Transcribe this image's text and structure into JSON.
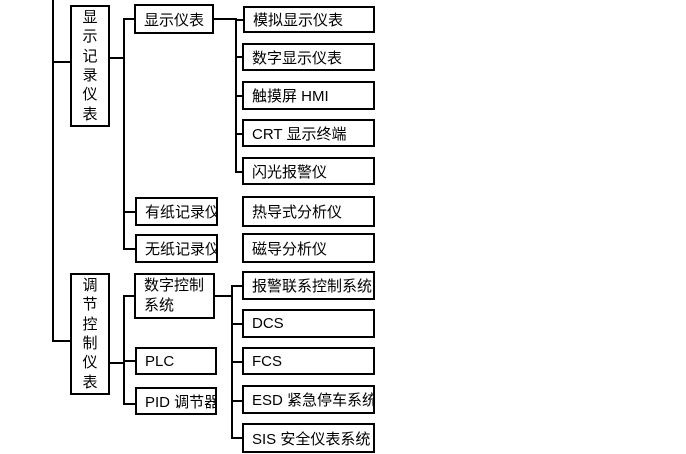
{
  "diagram": {
    "type": "tree",
    "orientation": "left-to-right",
    "colors": {
      "background": "#ffffff",
      "line": "#000000",
      "box_border": "#000000",
      "text": "#000000"
    },
    "groups": [
      {
        "label": "显示记录仪表",
        "children": [
          {
            "label": "显示仪表",
            "children": [
              "模拟显示仪表",
              "数字显示仪表",
              "触摸屏 HMI",
              "CRT 显示终端",
              "闪光报警仪"
            ]
          },
          {
            "label": "有纸记录仪",
            "children": []
          },
          {
            "label": "无纸记录仪",
            "children": []
          }
        ],
        "unlinked_boxes": [
          "热导式分析仪",
          "磁导分析仪"
        ]
      },
      {
        "label": "调节控制仪表",
        "children": [
          {
            "label": "数字控制系统",
            "children": [
              "报警联系控制系统",
              "DCS",
              "FCS",
              "ESD 紧急停车系统",
              "SIS 安全仪表系统"
            ]
          },
          {
            "label": "PLC",
            "children": []
          },
          {
            "label": "PID 调节器",
            "children": []
          }
        ],
        "unlinked_boxes": []
      }
    ]
  }
}
